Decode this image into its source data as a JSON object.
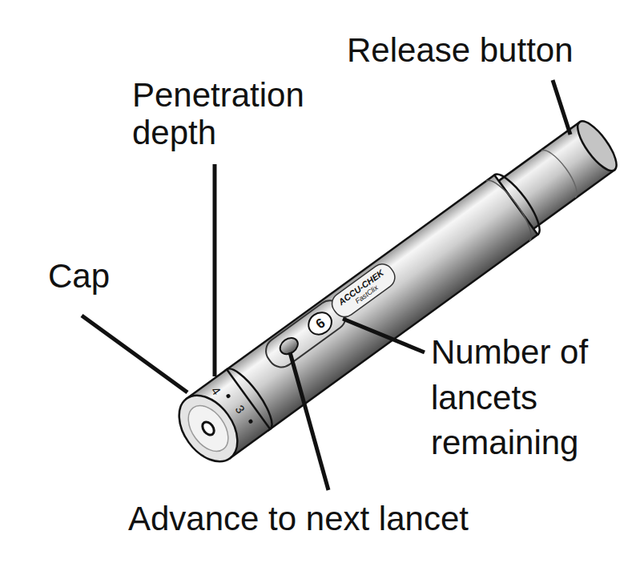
{
  "diagram": {
    "labels": [
      "Release button",
      "Penetration depth",
      "Cap",
      "Number of lancets remaining",
      "Advance to next lancet",
      "4",
      "3",
      "ACCU-CHEK",
      "FastClix",
      "6"
    ]
  }
}
